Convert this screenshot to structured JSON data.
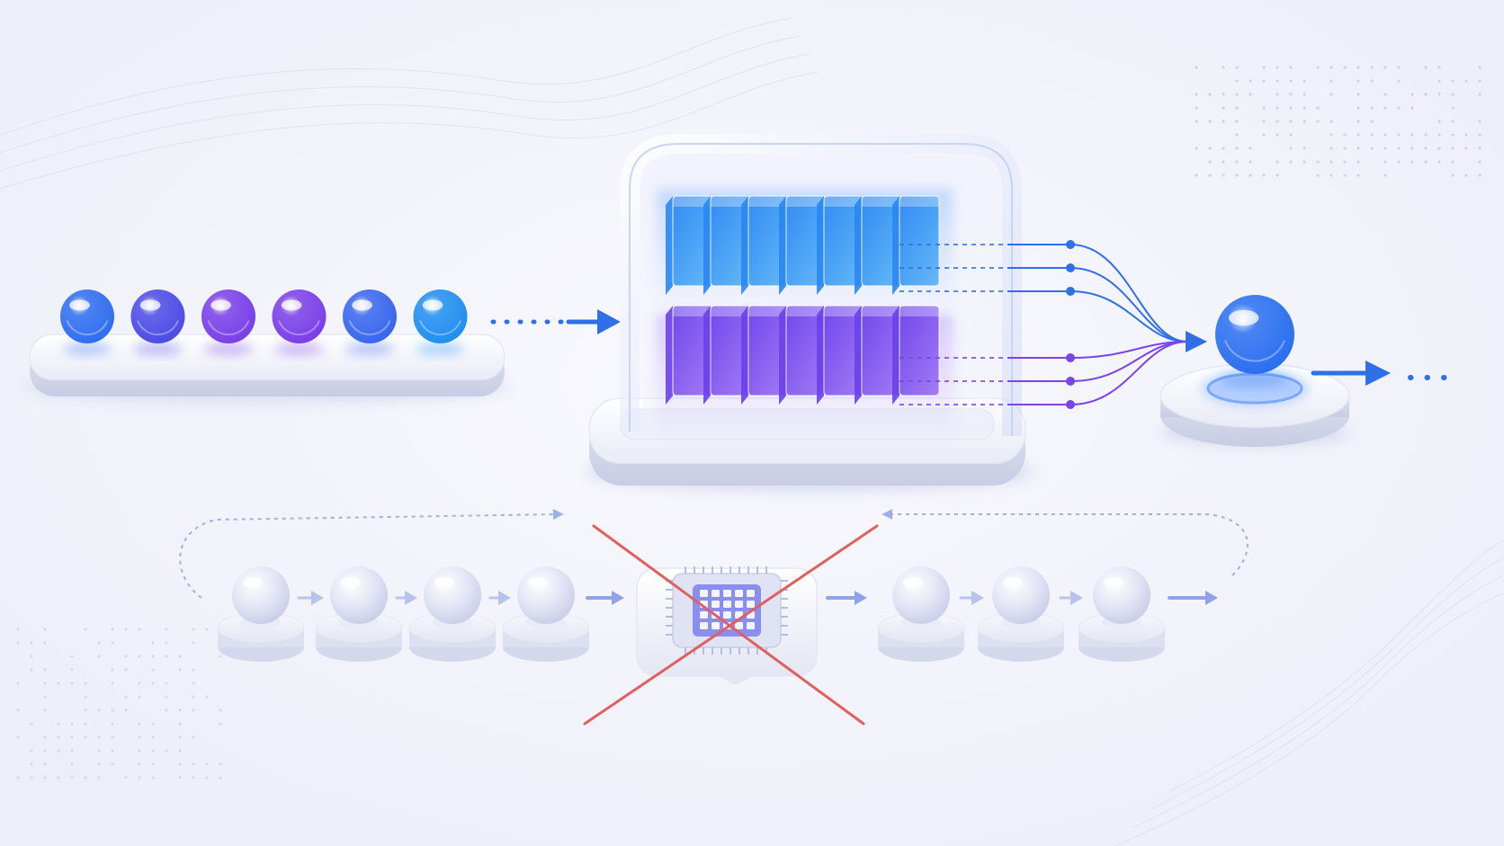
{
  "diagram": {
    "input_sequence": {
      "tokens": [
        {
          "color": "#2f6df0"
        },
        {
          "color": "#4b4be6"
        },
        {
          "color": "#7a3ee8"
        },
        {
          "color": "#7a3ee8"
        },
        {
          "color": "#3766ee"
        },
        {
          "color": "#1f8ef0"
        }
      ]
    },
    "parallel_processor": {
      "upper_bank": {
        "layers": 7,
        "color_top": "#2a86f2",
        "color_bottom": "#3aa6f5"
      },
      "lower_bank": {
        "layers": 7,
        "color_top": "#6a40ea",
        "color_bottom": "#8a58f2"
      }
    },
    "output_token": {
      "color": "#2a6ff0"
    },
    "sequential_chain": {
      "status": "rejected",
      "left_steps": 4,
      "right_steps": 3,
      "center_chip_icon": "cpu-chip-icon",
      "cross_color": "#e06060"
    },
    "colors": {
      "accent_blue": "#2f6fe8",
      "accent_purple": "#7a44e8",
      "background": "#f4f5fb"
    }
  }
}
